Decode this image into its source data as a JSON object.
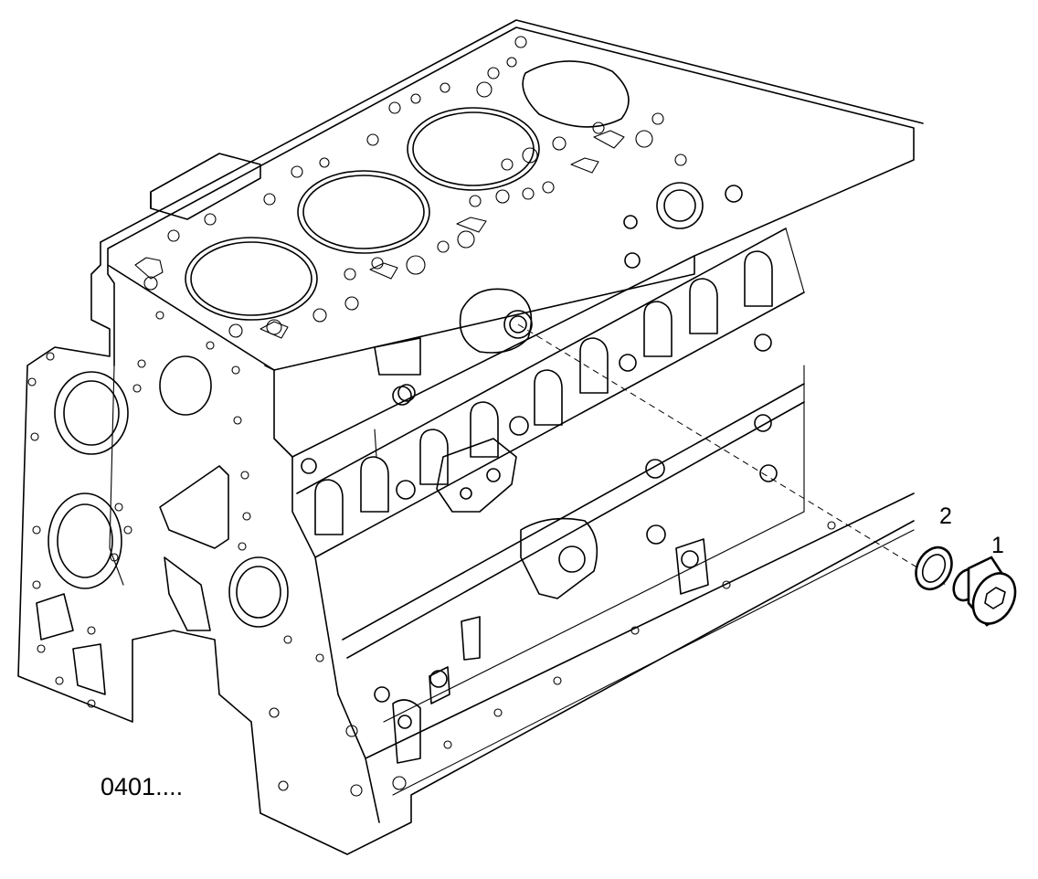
{
  "diagram": {
    "callouts": [
      {
        "label": "1",
        "part": "plug"
      },
      {
        "label": "2",
        "part": "sealing-ring"
      }
    ],
    "drawing_code": "0401...."
  }
}
